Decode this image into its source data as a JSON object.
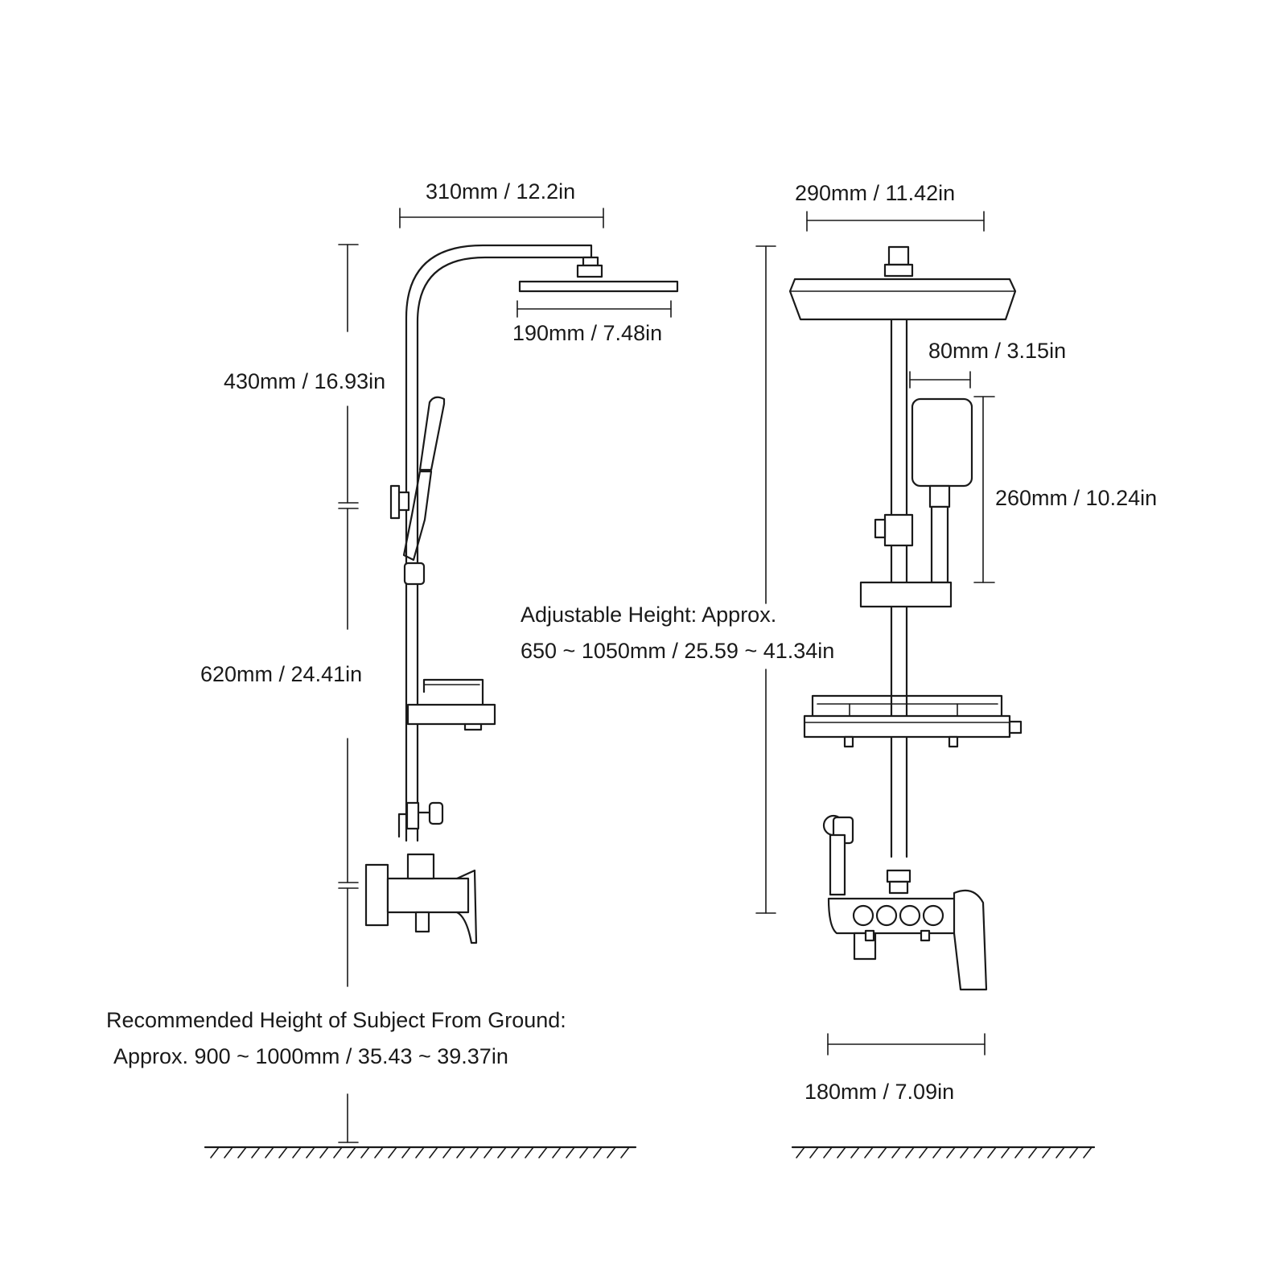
{
  "labels": {
    "left_top_width": "310mm / 12.2in",
    "left_head_width": "190mm / 7.48in",
    "left_upper_height": "430mm / 16.93in",
    "left_lower_height": "620mm / 24.41in",
    "right_top_width": "290mm / 11.42in",
    "right_handheld_width": "80mm / 3.15in",
    "right_handheld_height": "260mm / 10.24in",
    "adjustable_line1": "Adjustable Height: Approx.",
    "adjustable_line2": "650 ~ 1050mm / 25.59 ~ 41.34in",
    "recommended_line1": "Recommended Height of Subject From Ground:",
    "recommended_line2": "Approx. 900 ~ 1000mm / 35.43 ~ 39.37in",
    "right_bottom_width": "180mm / 7.09in"
  },
  "colors": {
    "line": "#1a1a1a",
    "background": "#ffffff"
  }
}
